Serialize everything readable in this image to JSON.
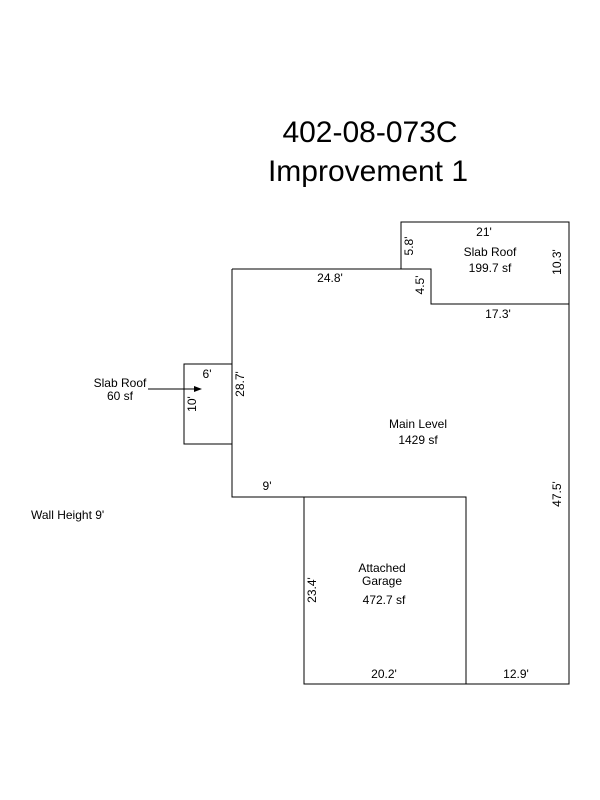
{
  "title": {
    "parcel_id": "402-08-073C",
    "improvement": "Improvement 1"
  },
  "wall_height_label": "Wall Height 9'",
  "areas": {
    "main_level": {
      "name": "Main Level",
      "area": "1429 sf"
    },
    "slab_roof_top": {
      "name": "Slab Roof",
      "area": "199.7 sf"
    },
    "slab_roof_left": {
      "name": "Slab Roof",
      "area": "60 sf"
    },
    "garage": {
      "name_line1": "Attached",
      "name_line2": "Garage",
      "area": "472.7 sf"
    }
  },
  "dimensions": {
    "top_21": "21'",
    "left_5_8": "5.8'",
    "right_10_3": "10.3'",
    "inner_4_5": "4.5'",
    "inner_17_3": "17.3'",
    "top_24_8": "24.8'",
    "left_28_7": "28.7'",
    "small_6": "6'",
    "small_10": "10'",
    "step_9": "9'",
    "right_47_5": "47.5'",
    "garage_23_4": "23.4'",
    "garage_20_2": "20.2'",
    "bottom_12_9": "12.9'"
  }
}
